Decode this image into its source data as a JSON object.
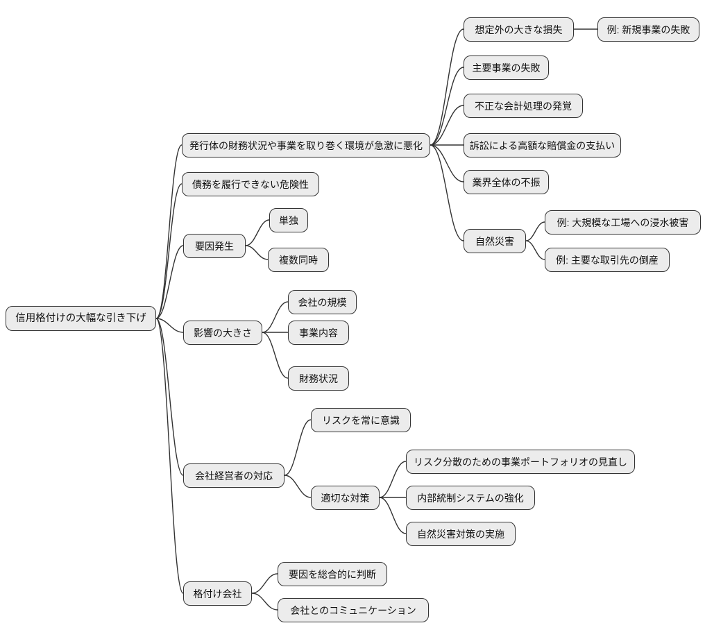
{
  "mindmap": {
    "type": "mindmap",
    "root": {
      "label": "信用格付けの大幅な引き下げ",
      "children": [
        {
          "label": "発行体の財務状況や事業を取り巻く環境が急激に悪化",
          "children": [
            {
              "label": "想定外の大きな損失",
              "children": [
                {
                  "label": "例: 新規事業の失敗"
                }
              ]
            },
            {
              "label": "主要事業の失敗"
            },
            {
              "label": "不正な会計処理の発覚"
            },
            {
              "label": "訴訟による高額な賠償金の支払い"
            },
            {
              "label": "業界全体の不振"
            },
            {
              "label": "自然災害",
              "children": [
                {
                  "label": "例: 大規模な工場への浸水被害"
                },
                {
                  "label": "例: 主要な取引先の倒産"
                }
              ]
            }
          ]
        },
        {
          "label": "債務を履行できない危険性"
        },
        {
          "label": "要因発生",
          "children": [
            {
              "label": "単独"
            },
            {
              "label": "複数同時"
            }
          ]
        },
        {
          "label": "影響の大きさ",
          "children": [
            {
              "label": "会社の規模"
            },
            {
              "label": "事業内容"
            },
            {
              "label": "財務状況"
            }
          ]
        },
        {
          "label": "会社経営者の対応",
          "children": [
            {
              "label": "リスクを常に意識"
            },
            {
              "label": "適切な対策",
              "children": [
                {
                  "label": "リスク分散のための事業ポートフォリオの見直し"
                },
                {
                  "label": "内部統制システムの強化"
                },
                {
                  "label": "自然災害対策の実施"
                }
              ]
            }
          ]
        },
        {
          "label": "格付け会社",
          "children": [
            {
              "label": "要因を総合的に判断"
            },
            {
              "label": "会社とのコミュニケーション"
            }
          ]
        }
      ]
    }
  },
  "colors": {
    "node_fill": "#ececec",
    "node_border": "#333333",
    "edge": "#333333",
    "node_text": "#111111",
    "background": "#ffffff"
  }
}
